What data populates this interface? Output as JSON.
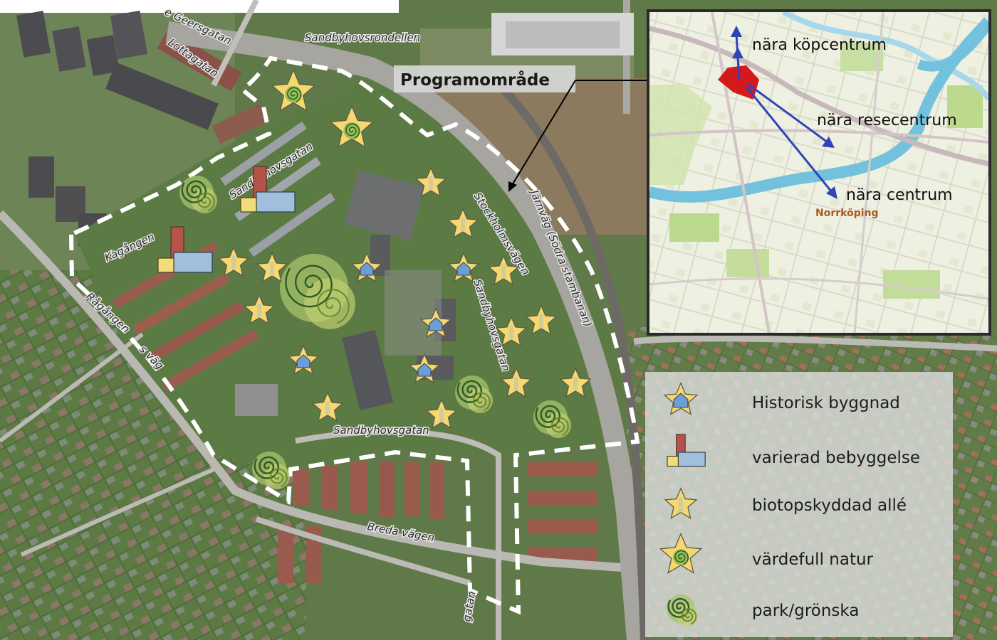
{
  "streets": [
    {
      "id": "geersgatan",
      "text": "e Geersgatan"
    },
    {
      "id": "sandbyhovsrondellen",
      "text": "Sandbyhovsrondellen"
    },
    {
      "id": "lottagatan",
      "text": "Lottagatan"
    },
    {
      "id": "sandbyhovsgatan-north",
      "text": "Sandbyhovsgatan"
    },
    {
      "id": "kagangen",
      "text": "Kagången"
    },
    {
      "id": "ragangen",
      "text": "Rågången"
    },
    {
      "id": "vag",
      "text": "s väg"
    },
    {
      "id": "stockholmsvagen",
      "text": "Stockholmsvägen"
    },
    {
      "id": "jarnvag",
      "text": "Järnväg (Södra stambanan)"
    },
    {
      "id": "sandbyhovsgatan-inner",
      "text": "Sandbyhovsgatan"
    },
    {
      "id": "sandbyhovsgatan-south",
      "text": "Sandbyhovsgatan"
    },
    {
      "id": "breda-vagen",
      "text": "Breda vägen"
    },
    {
      "id": "gatan",
      "text": "gatan"
    }
  ],
  "program_area": {
    "label": "Programområde"
  },
  "inset": {
    "labels": [
      "nära köpcentrum",
      "nära resecentrum",
      "nära centrum"
    ],
    "city": "Norrköping"
  },
  "legend": {
    "items": [
      {
        "icon": "historic-building-icon",
        "label": "Historisk byggnad"
      },
      {
        "icon": "varied-buildings-icon",
        "label": "varierad bebyggelse"
      },
      {
        "icon": "protected-avenue-icon",
        "label": "biotopskyddad allé"
      },
      {
        "icon": "valuable-nature-icon",
        "label": "värdefull natur"
      },
      {
        "icon": "park-greenery-icon",
        "label": "park/grönska"
      }
    ]
  },
  "markers": {
    "historic": [
      [
        515,
        378
      ],
      [
        651,
        378
      ],
      [
        612,
        456
      ],
      [
        426,
        508
      ],
      [
        596,
        520
      ]
    ],
    "avenue": [
      [
        605,
        258
      ],
      [
        650,
        316
      ],
      [
        328,
        370
      ],
      [
        382,
        378
      ],
      [
        707,
        382
      ],
      [
        364,
        437
      ],
      [
        718,
        468
      ],
      [
        760,
        452
      ],
      [
        460,
        574
      ],
      [
        620,
        584
      ],
      [
        725,
        540
      ],
      [
        808,
        540
      ]
    ],
    "nature": [
      [
        412,
        130
      ],
      [
        494,
        181
      ]
    ],
    "park_large": [
      [
        441,
        405
      ]
    ],
    "park": [
      [
        276,
        271
      ],
      [
        663,
        552
      ],
      [
        773,
        587
      ],
      [
        378,
        659
      ]
    ],
    "varied": [
      [
        376,
        276
      ],
      [
        260,
        361
      ]
    ]
  },
  "colors": {
    "star_fill": "#f5d870",
    "star_stroke": "#5e5a45",
    "house": "#6b9fd4",
    "brick": "#b5524a",
    "yellow_box": "#f3dc7a",
    "blue_box": "#9fbfdc",
    "arrow": "#2f44b8",
    "program_area": "#d4181c"
  }
}
